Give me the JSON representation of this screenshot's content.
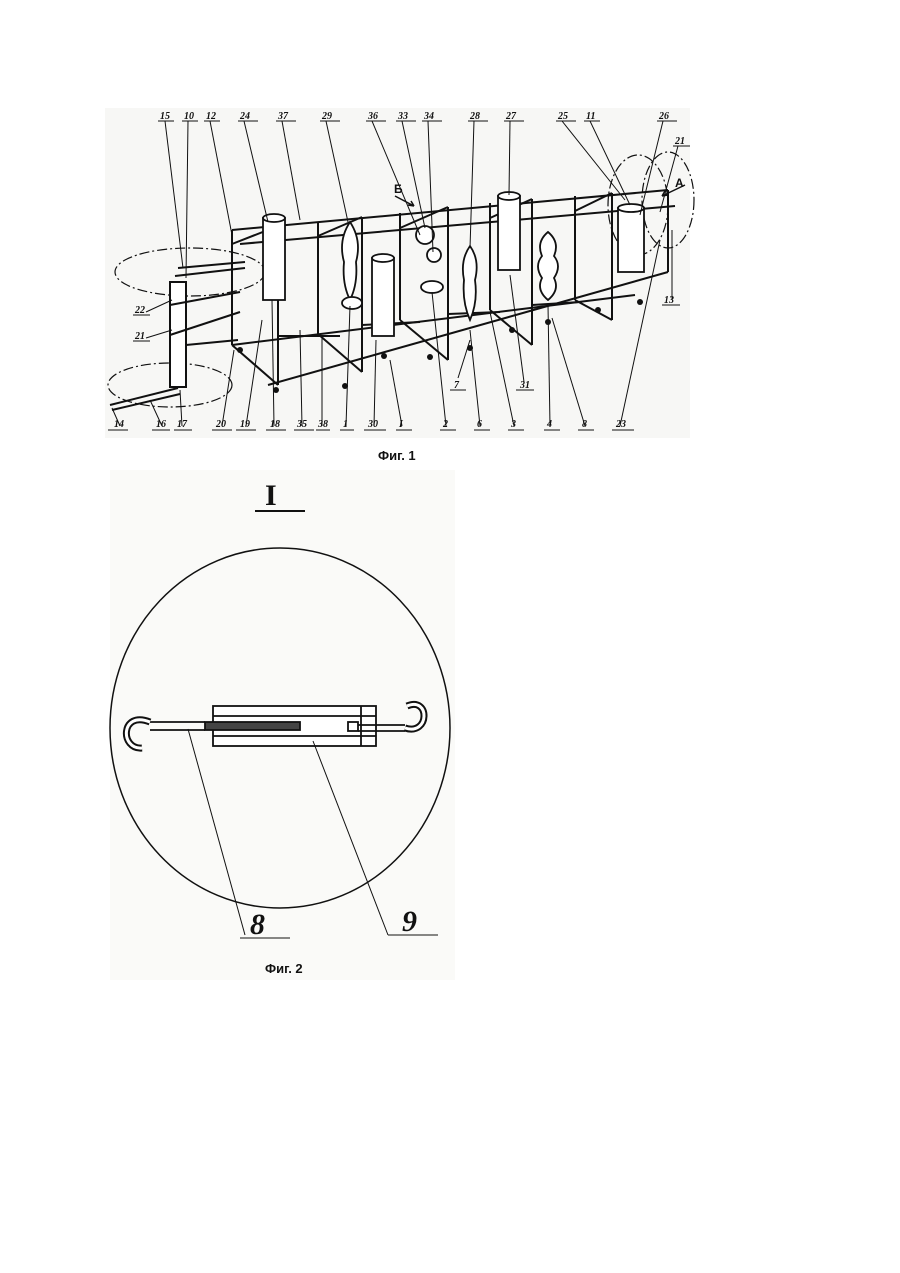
{
  "figure1": {
    "caption": "Фиг. 1",
    "top_callouts": [
      "15",
      "10",
      "12",
      "24",
      "37",
      "29",
      "36",
      "33",
      "34",
      "28",
      "27",
      "25",
      "11",
      "26",
      "21"
    ],
    "bottom_callouts": [
      "14",
      "16",
      "17",
      "20",
      "19",
      "18",
      "35",
      "38",
      "1",
      "30",
      "I",
      "2",
      "6",
      "3",
      "7",
      "31",
      "4",
      "8",
      "23"
    ],
    "side_callouts": [
      "22",
      "21",
      "13"
    ],
    "view_markers": [
      "Б",
      "А"
    ]
  },
  "figure2": {
    "caption": "Фиг. 2",
    "detail_marker": "I",
    "callouts": [
      "8",
      "9"
    ]
  }
}
